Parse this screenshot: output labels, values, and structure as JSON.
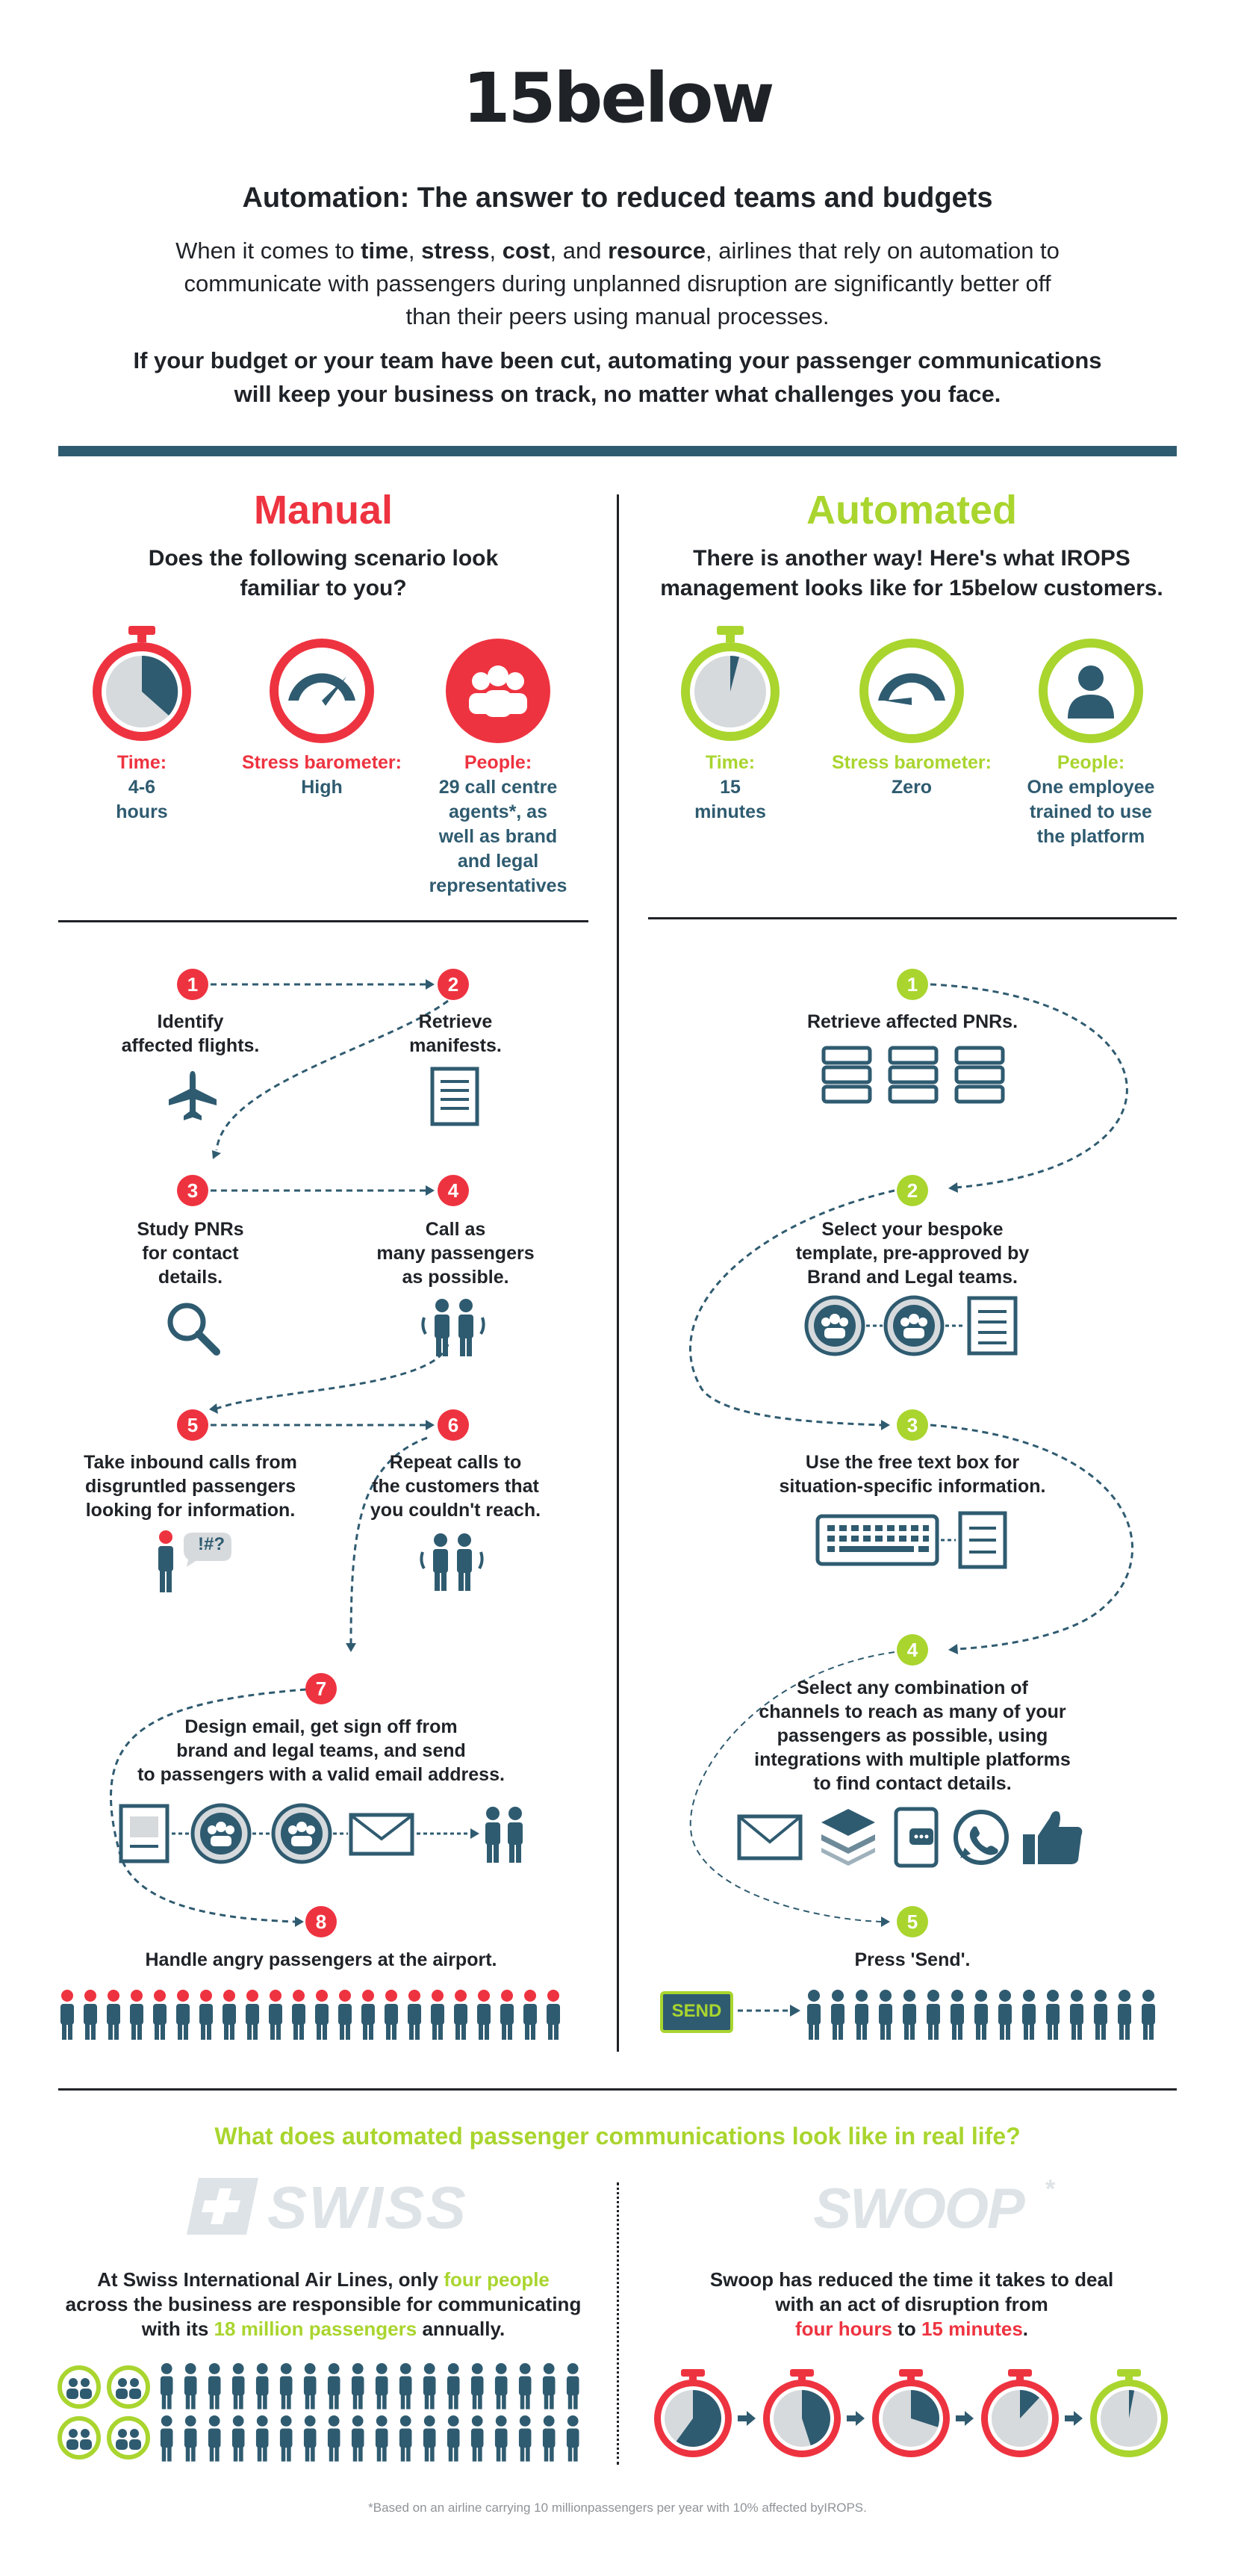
{
  "logo": "15below",
  "header": {
    "title": "Automation: The answer to reduced teams and budgets",
    "intro_parts": [
      "When it comes to ",
      "time",
      ", ",
      "stress",
      ", ",
      "cost",
      ", and ",
      "resource",
      ", airlines that rely on automation to"
    ],
    "intro_line2": "communicate with passengers during unplanned disruption are significantly better off",
    "intro_line3": "than their peers using manual processes.",
    "bold_line1": "If your budget or your team have been cut, automating your passenger communications",
    "bold_line2": "will keep your business on track, no matter what challenges you face."
  },
  "manual": {
    "title": "Manual",
    "subtitle_line1": "Does the following scenario look",
    "subtitle_line2": "familiar to you?",
    "stats": [
      {
        "label": "Time:",
        "lines": [
          "4-6",
          "hours"
        ]
      },
      {
        "label": "Stress barometer:",
        "lines": [
          "High"
        ]
      },
      {
        "label": "People:",
        "lines": [
          "29 call centre",
          "agents*, as",
          "well as brand",
          "and legal",
          "representatives"
        ]
      }
    ],
    "steps": [
      {
        "num": "1",
        "lines": [
          "Identify",
          "affected flights."
        ]
      },
      {
        "num": "2",
        "lines": [
          "Retrieve",
          "manifests."
        ]
      },
      {
        "num": "3",
        "lines": [
          "Study PNRs",
          "for contact",
          "details."
        ]
      },
      {
        "num": "4",
        "lines": [
          "Call as",
          "many passengers",
          "as possible."
        ]
      },
      {
        "num": "5",
        "lines": [
          "Take inbound calls from",
          "disgruntled passengers",
          "looking for information."
        ]
      },
      {
        "num": "6",
        "lines": [
          "Repeat calls to",
          "the customers that",
          "you  couldn't reach."
        ]
      },
      {
        "num": "7",
        "lines": [
          "Design email, get sign off from",
          "brand and legal teams, and send",
          "to passengers with a valid  email address."
        ]
      },
      {
        "num": "8",
        "lines": [
          "Handle angry passengers at the airport."
        ]
      }
    ],
    "speech_text": "!#?"
  },
  "automated": {
    "title": "Automated",
    "subtitle_line1": "There is another way! Here's what IROPS",
    "subtitle_line2": "management looks like for 15below customers.",
    "stats": [
      {
        "label": "Time:",
        "lines": [
          "15",
          "minutes"
        ]
      },
      {
        "label": "Stress barometer:",
        "lines": [
          "Zero"
        ]
      },
      {
        "label": "People:",
        "lines": [
          "One employee",
          "trained to use",
          "the platform"
        ]
      }
    ],
    "steps": [
      {
        "num": "1",
        "lines": [
          "Retrieve affected PNRs."
        ]
      },
      {
        "num": "2",
        "lines": [
          "Select your bespoke",
          "template, pre-approved by",
          "Brand and Legal teams."
        ]
      },
      {
        "num": "3",
        "lines": [
          "Use the free text box for",
          "situation-specific information."
        ]
      },
      {
        "num": "4",
        "lines": [
          "Select any combination of",
          "channels to reach as many of your",
          "passengers as possible, using",
          "integrations with multiple platforms",
          "to find contact details."
        ]
      },
      {
        "num": "5",
        "lines": [
          "Press 'Send'."
        ]
      }
    ],
    "send_label": "SEND"
  },
  "real_life": {
    "title": "What does automated passenger communications look like in real life?",
    "swiss_logo": "SWISS",
    "swoop_logo": "SWOOP",
    "swiss": {
      "l1_a": "At Swiss International Air Lines",
      "l1_b": ", only ",
      "l1_c": "four people",
      "l2": "across the business are responsible for communicating",
      "l3_a": "with its ",
      "l3_b": "18 million passengers",
      "l3_c": " annually."
    },
    "swoop": {
      "l1_a": "Swoop",
      "l1_b": " has reduced the time it takes to deal",
      "l2": "with an act of disruption from",
      "l3_a": "four hours",
      "l3_b": " to ",
      "l3_c": "15 minutes",
      "l3_d": "."
    }
  },
  "footnote": "*Based on an airline carrying 10 millionpassengers per year with 10% affected byIROPS.",
  "colors": {
    "red": "#ee3340",
    "green": "#a9d52e",
    "teal": "#2f5b70",
    "dark": "#1f2328",
    "grey": "#d6dadd"
  }
}
